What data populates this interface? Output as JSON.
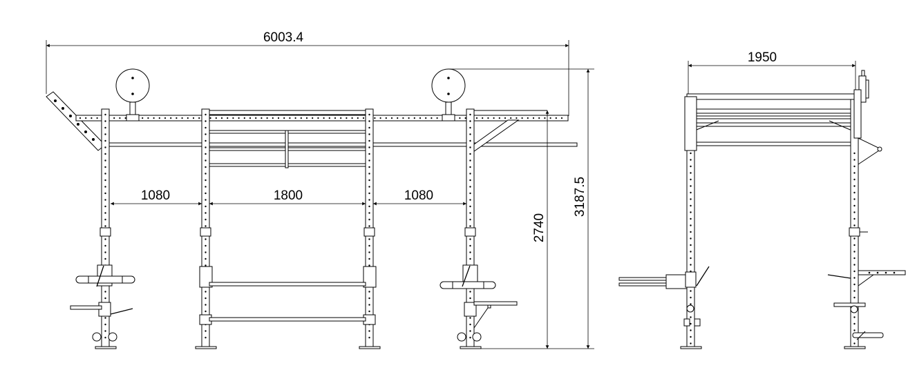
{
  "dimensions": {
    "overall_width": "6003.4",
    "bay_left": "1080",
    "bay_center": "1800",
    "bay_right": "1080",
    "beam_height": "2740",
    "overall_height": "3187.5",
    "side_depth": "1950"
  }
}
